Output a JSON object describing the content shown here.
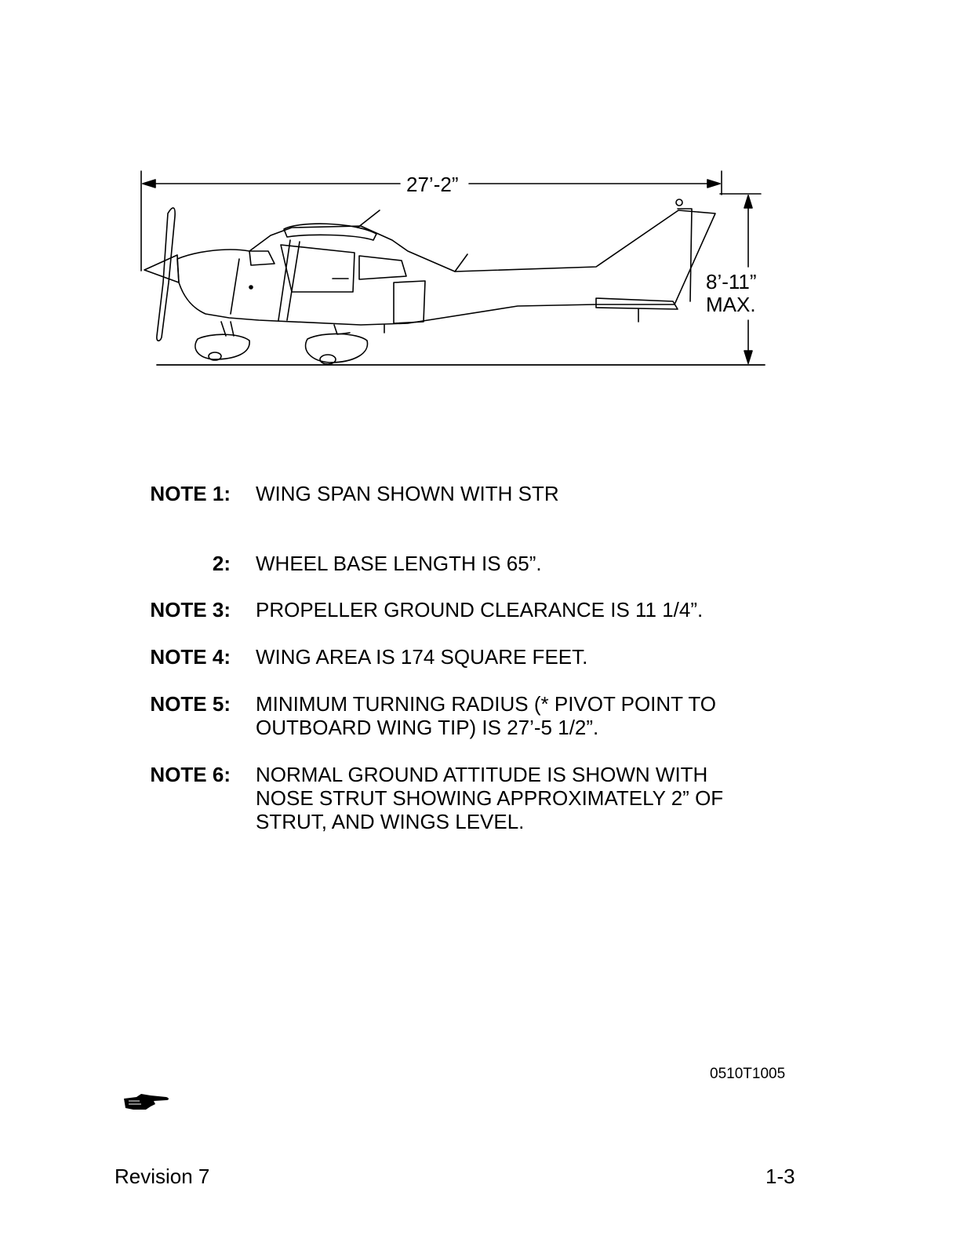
{
  "diagram": {
    "length_dimension": "27’-2”",
    "height_dimension_line1": "8’-11”",
    "height_dimension_line2": "MAX."
  },
  "notes": [
    {
      "label": "NOTE 1:",
      "text": "WING SPAN SHOWN WITH STR"
    },
    {
      "label": "2:",
      "text": "WHEEL BASE LENGTH IS 65”."
    },
    {
      "label": "NOTE 3:",
      "text": "PROPELLER GROUND CLEARANCE IS 11 1/4”."
    },
    {
      "label": "NOTE 4:",
      "text": "WING AREA IS 174 SQUARE FEET."
    },
    {
      "label": "NOTE 5:",
      "text": "MINIMUM TURNING RADIUS (* PIVOT POINT TO\nOUTBOARD WING TIP) IS 27’-5 1/2”."
    },
    {
      "label": "NOTE 6:",
      "text": "NORMAL GROUND ATTITUDE IS SHOWN WITH\nNOSE STRUT SHOWING APPROXIMATELY 2” OF\nSTRUT, AND WINGS LEVEL."
    }
  ],
  "figure_code": "0510T1005",
  "footer": {
    "revision": "Revision 7",
    "page_number": "1-3"
  },
  "icons": {
    "pointer": "pointing-hand-icon"
  }
}
